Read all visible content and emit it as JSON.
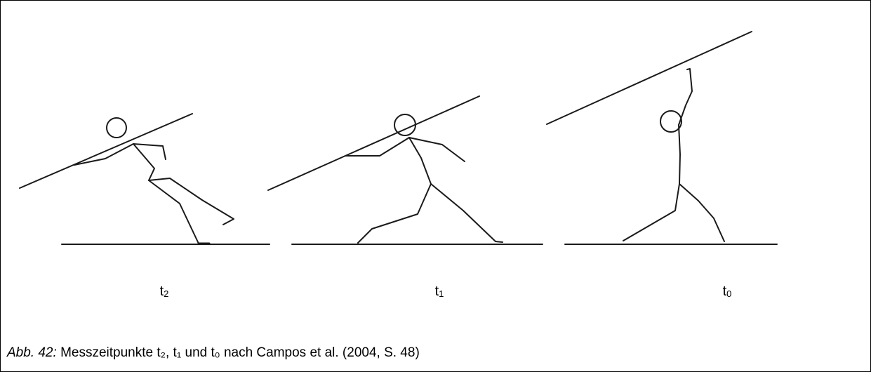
{
  "figure": {
    "panels": [
      {
        "id": "t2",
        "base": "t",
        "sub": "2"
      },
      {
        "id": "t1",
        "base": "t",
        "sub": "1"
      },
      {
        "id": "t0",
        "base": "t",
        "sub": "0"
      }
    ]
  },
  "caption": {
    "label": "Abb. 42:",
    "text": "Messzeitpunkte t₂, t₁ und t₀ nach Campos et al. (2004, S. 48)"
  }
}
